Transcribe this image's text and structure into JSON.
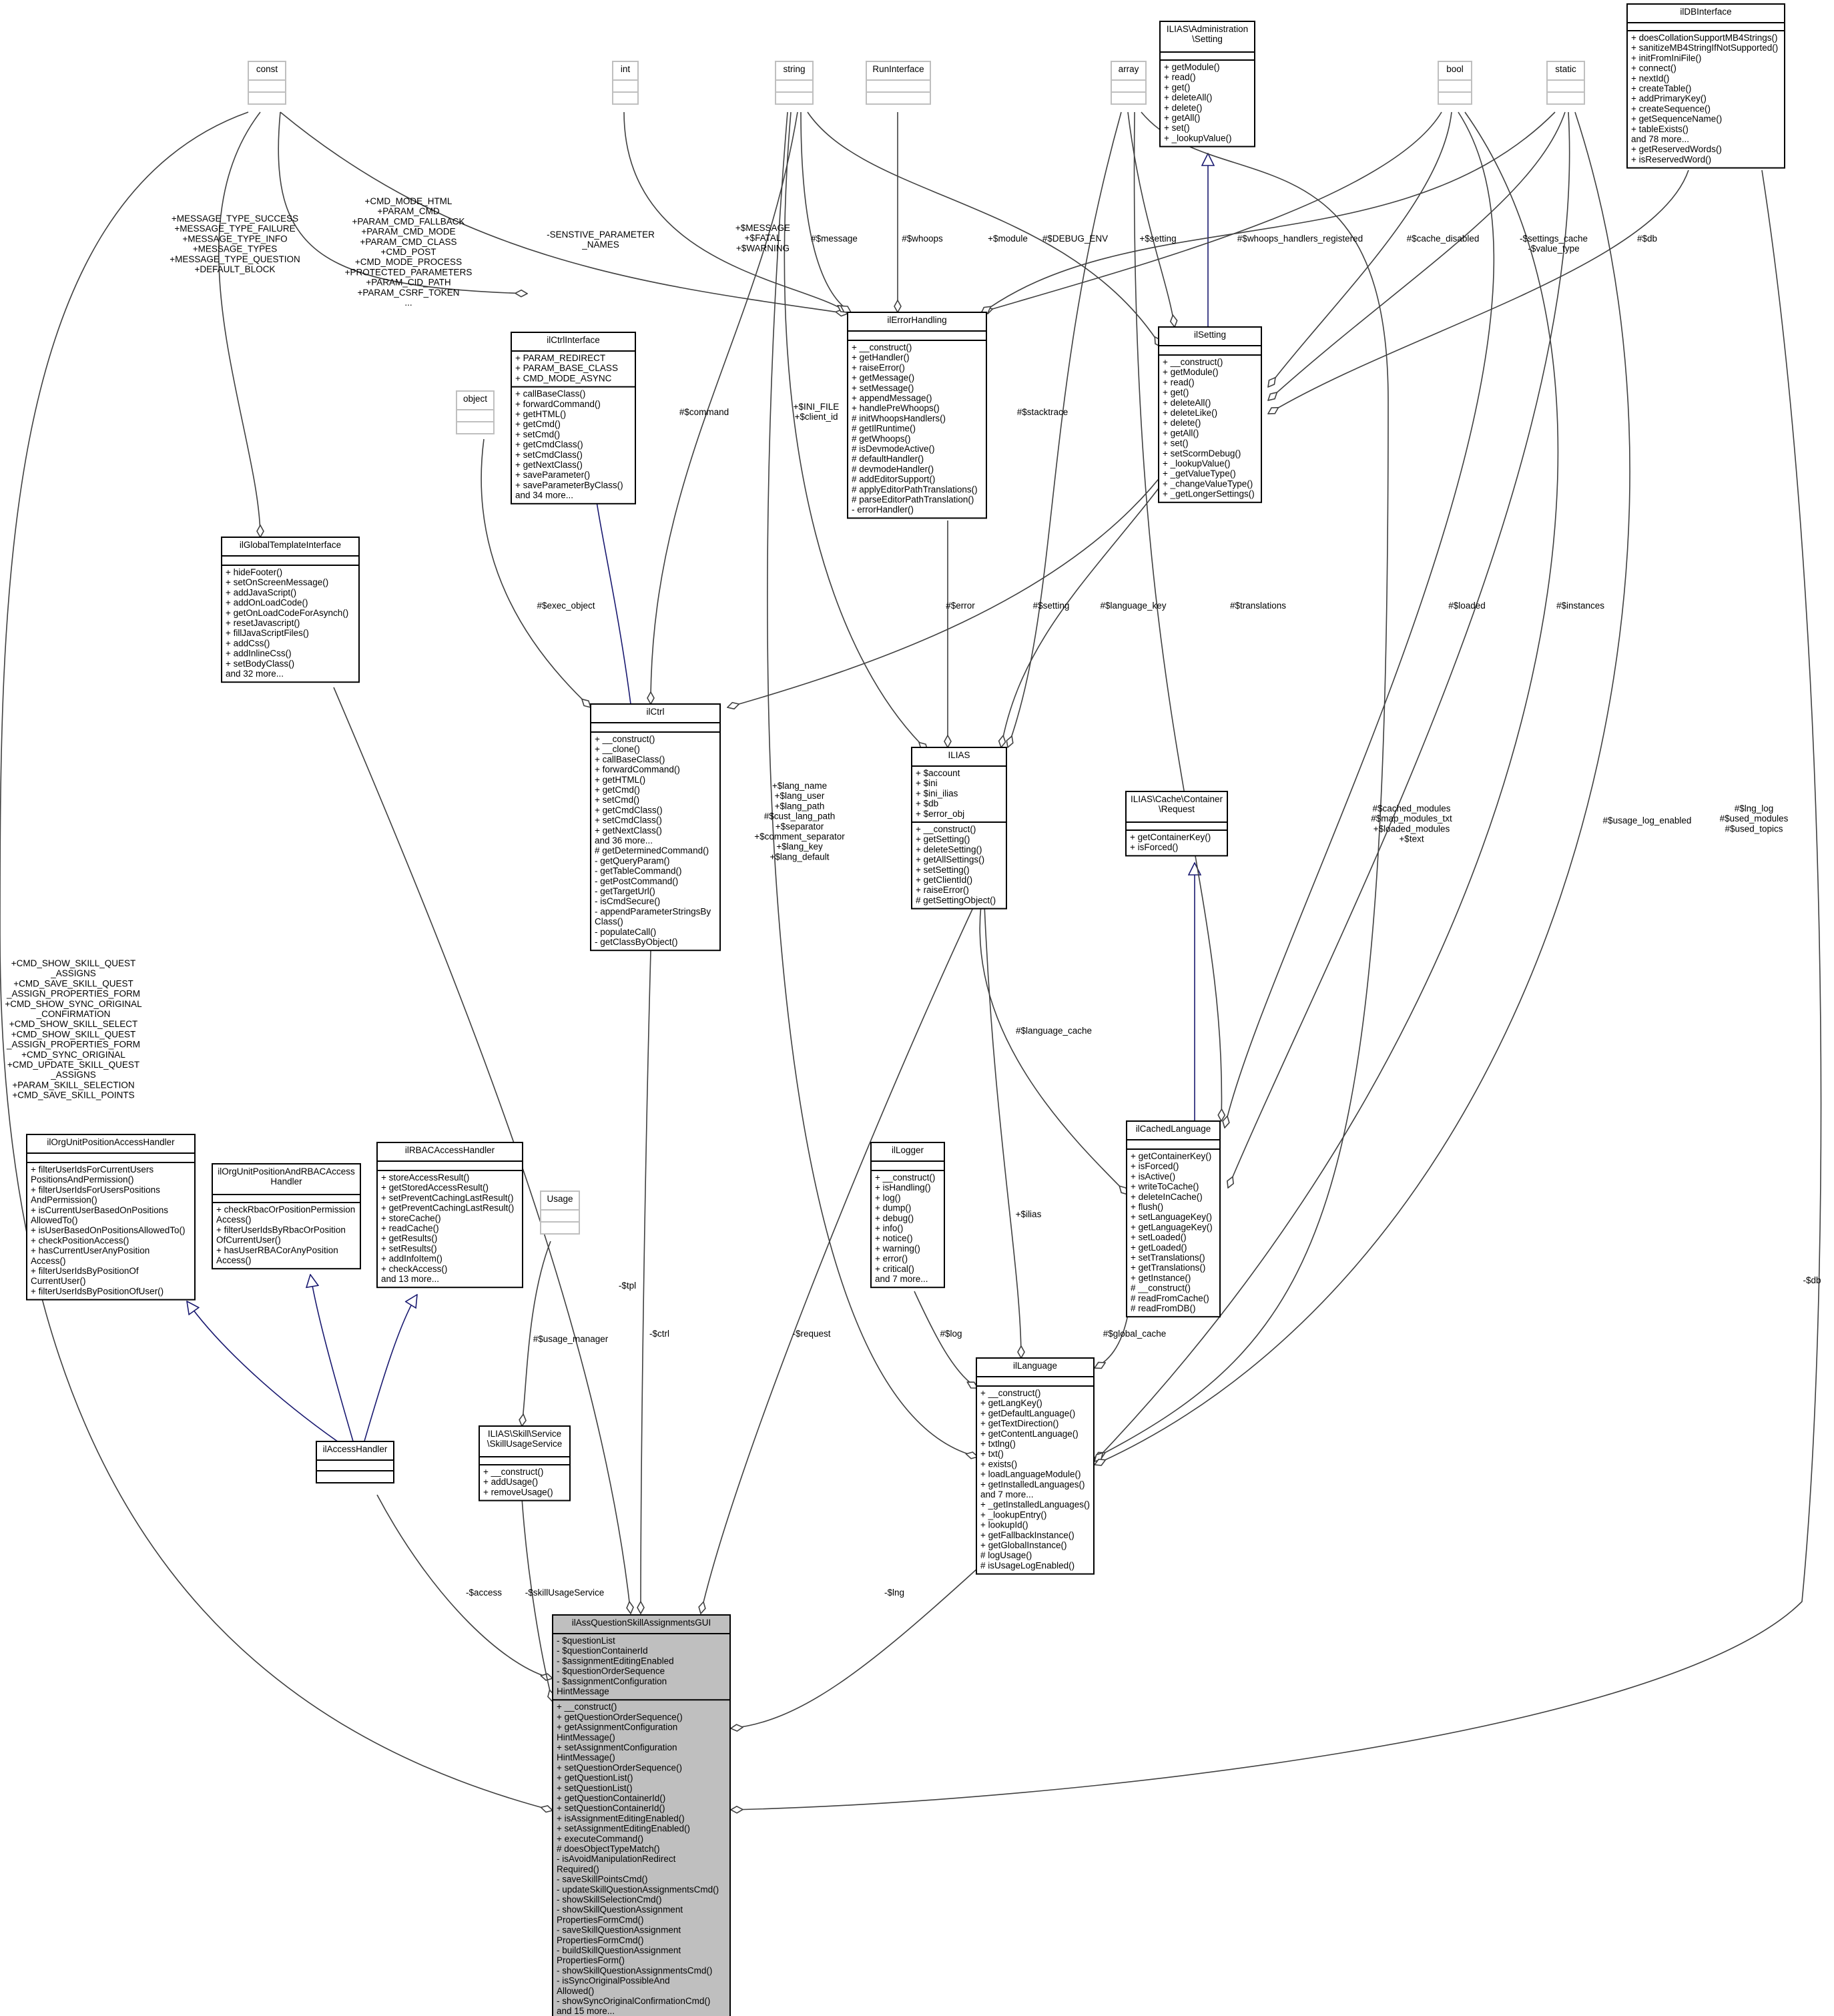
{
  "classes": {
    "ilDBInterface": {
      "title": [
        "ilDBInterface"
      ],
      "attributes": [],
      "methods": [
        "+ doesCollationSupportMB4Strings()",
        "+ sanitizeMB4StringIfNotSupported()",
        "+ initFromIniFile()",
        "+ connect()",
        "+ nextId()",
        "+ createTable()",
        "+ addPrimaryKey()",
        "+ createSequence()",
        "+ getSequenceName()",
        "+ tableExists()",
        "and 78 more...",
        "+ getReservedWords()",
        "+ isReservedWord()"
      ]
    },
    "const": {
      "title": [
        "const"
      ],
      "attributes": [],
      "methods": []
    },
    "int": {
      "title": [
        "int"
      ],
      "attributes": [],
      "methods": []
    },
    "string": {
      "title": [
        "string"
      ],
      "attributes": [],
      "methods": []
    },
    "RunInterface": {
      "title": [
        "RunInterface"
      ],
      "attributes": [],
      "methods": []
    },
    "array": {
      "title": [
        "array"
      ],
      "attributes": [],
      "methods": []
    },
    "AdminSetting": {
      "title": [
        "ILIAS\\Administration",
        "\\Setting"
      ],
      "attributes": [],
      "methods": [
        "+ getModule()",
        "+ read()",
        "+ get()",
        "+ deleteAll()",
        "+ delete()",
        "+ getAll()",
        "+ set()",
        "+ _lookupValue()"
      ]
    },
    "bool": {
      "title": [
        "bool"
      ],
      "attributes": [],
      "methods": []
    },
    "static": {
      "title": [
        "static"
      ],
      "attributes": [],
      "methods": []
    },
    "object": {
      "title": [
        "object"
      ],
      "attributes": [],
      "methods": []
    },
    "ilCtrlInterface": {
      "title": [
        "ilCtrlInterface"
      ],
      "attributes": [
        "+ PARAM_REDIRECT",
        "+ PARAM_BASE_CLASS",
        "+ CMD_MODE_ASYNC"
      ],
      "methods": [
        "+ callBaseClass()",
        "+ forwardCommand()",
        "+ getHTML()",
        "+ getCmd()",
        "+ setCmd()",
        "+ getCmdClass()",
        "+ setCmdClass()",
        "+ getNextClass()",
        "+ saveParameter()",
        "+ saveParameterByClass()",
        "and 34 more..."
      ]
    },
    "ilErrorHandling": {
      "title": [
        "ilErrorHandling"
      ],
      "attributes": [],
      "methods": [
        "+ __construct()",
        "+ getHandler()",
        "+ raiseError()",
        "+ getMessage()",
        "+ setMessage()",
        "+ appendMessage()",
        "+ handlePreWhoops()",
        "# initWhoopsHandlers()",
        "# getIlRuntime()",
        "# getWhoops()",
        "# isDevmodeActive()",
        "# defaultHandler()",
        "# devmodeHandler()",
        "# addEditorSupport()",
        "# applyEditorPathTranslations()",
        "# parseEditorPathTranslation()",
        "- errorHandler()"
      ]
    },
    "ilSetting": {
      "title": [
        "ilSetting"
      ],
      "attributes": [],
      "methods": [
        "+ __construct()",
        "+ getModule()",
        "+ read()",
        "+ get()",
        "+ deleteAll()",
        "+ deleteLike()",
        "+ delete()",
        "+ getAll()",
        "+ set()",
        "+ setScormDebug()",
        "+ _lookupValue()",
        "+ _getValueType()",
        "+ _changeValueType()",
        "+ _getLongerSettings()"
      ]
    },
    "ilGlobalTemplateInterface": {
      "title": [
        "ilGlobalTemplateInterface"
      ],
      "attributes": [],
      "methods": [
        "+ hideFooter()",
        "+ setOnScreenMessage()",
        "+ addJavaScript()",
        "+ addOnLoadCode()",
        "+ getOnLoadCodeForAsynch()",
        "+ resetJavascript()",
        "+ fillJavaScriptFiles()",
        "+ addCss()",
        "+ addInlineCss()",
        "+ setBodyClass()",
        "and 32 more..."
      ]
    },
    "ilCtrl": {
      "title": [
        "ilCtrl"
      ],
      "attributes": [],
      "methods": [
        "+ __construct()",
        "+ __clone()",
        "+ callBaseClass()",
        "+ forwardCommand()",
        "+ getHTML()",
        "+ getCmd()",
        "+ setCmd()",
        "+ getCmdClass()",
        "+ setCmdClass()",
        "+ getNextClass()",
        "and 36 more...",
        "# getDeterminedCommand()",
        "- getQueryParam()",
        "- getTableCommand()",
        "- getPostCommand()",
        "- getTargetUrl()",
        "- isCmdSecure()",
        "- appendParameterStringsBy",
        "Class()",
        "- populateCall()",
        "- getClassByObject()"
      ]
    },
    "ILIAS": {
      "title": [
        "ILIAS"
      ],
      "attributes": [
        "+ $account",
        "+ $ini",
        "+ $ini_ilias",
        "+ $db",
        "+ $error_obj"
      ],
      "methods": [
        "+ __construct()",
        "+ getSetting()",
        "+ deleteSetting()",
        "+ getAllSettings()",
        "+ setSetting()",
        "+ getClientId()",
        "+ raiseError()",
        "# getSettingObject()"
      ]
    },
    "CacheRequest": {
      "title": [
        "ILIAS\\Cache\\Container",
        "\\Request"
      ],
      "attributes": [],
      "methods": [
        "+ getContainerKey()",
        "+ isForced()"
      ]
    },
    "ilOrgUnitPositionAccessHandler": {
      "title": [
        "ilOrgUnitPositionAccessHandler"
      ],
      "attributes": [],
      "methods": [
        "+ filterUserIdsForCurrentUsers",
        "PositionsAndPermission()",
        "+ filterUserIdsForUsersPositions",
        "AndPermission()",
        "+ isCurrentUserBasedOnPositions",
        "AllowedTo()",
        "+ isUserBasedOnPositionsAllowedTo()",
        "+ checkPositionAccess()",
        "+ hasCurrentUserAnyPosition",
        "Access()",
        "+ filterUserIdsByPositionOf",
        "CurrentUser()",
        "+ filterUserIdsByPositionOfUser()"
      ]
    },
    "ilOrgUnitPositionAndRBACAccessHandler": {
      "title": [
        "ilOrgUnitPositionAndRBACAccess",
        "Handler"
      ],
      "attributes": [],
      "methods": [
        "+ checkRbacOrPositionPermission",
        "Access()",
        "+ filterUserIdsByRbacOrPosition",
        "OfCurrentUser()",
        "+ hasUserRBACorAnyPosition",
        "Access()"
      ]
    },
    "ilRBACAccessHandler": {
      "title": [
        "ilRBACAccessHandler"
      ],
      "attributes": [],
      "methods": [
        "+ storeAccessResult()",
        "+ getStoredAccessResult()",
        "+ setPreventCachingLastResult()",
        "+ getPreventCachingLastResult()",
        "+ storeCache()",
        "+ readCache()",
        "+ getResults()",
        "+ setResults()",
        "+ addInfoItem()",
        "+ checkAccess()",
        "and 13 more..."
      ]
    },
    "Usage": {
      "title": [
        "Usage"
      ],
      "attributes": [],
      "methods": []
    },
    "ilLogger": {
      "title": [
        "ilLogger"
      ],
      "attributes": [],
      "methods": [
        "+ __construct()",
        "+ isHandling()",
        "+ log()",
        "+ dump()",
        "+ debug()",
        "+ info()",
        "+ notice()",
        "+ warning()",
        "+ error()",
        "+ critical()",
        "and 7 more..."
      ]
    },
    "ilCachedLanguage": {
      "title": [
        "ilCachedLanguage"
      ],
      "attributes": [],
      "methods": [
        "+ getContainerKey()",
        "+ isForced()",
        "+ isActive()",
        "+ writeToCache()",
        "+ deleteInCache()",
        "+ flush()",
        "+ setLanguageKey()",
        "+ getLanguageKey()",
        "+ setLoaded()",
        "+ getLoaded()",
        "+ setTranslations()",
        "+ getTranslations()",
        "+ getInstance()",
        "# __construct()",
        "# readFromCache()",
        "# readFromDB()"
      ]
    },
    "ilAccessHandler": {
      "title": [
        "ilAccessHandler"
      ],
      "attributes": [],
      "methods": []
    },
    "SkillUsageService": {
      "title": [
        "ILIAS\\Skill\\Service",
        "\\SkillUsageService"
      ],
      "attributes": [],
      "methods": [
        "+ __construct()",
        "+ addUsage()",
        "+ removeUsage()"
      ]
    },
    "ilLanguage": {
      "title": [
        "ilLanguage"
      ],
      "attributes": [],
      "methods": [
        "+ __construct()",
        "+ getLangKey()",
        "+ getDefaultLanguage()",
        "+ getTextDirection()",
        "+ getContentLanguage()",
        "+ txtlng()",
        "+ txt()",
        "+ exists()",
        "+ loadLanguageModule()",
        "+ getInstalledLanguages()",
        "and 7 more...",
        "+ _getInstalledLanguages()",
        "+ _lookupEntry()",
        "+ lookupId()",
        "+ getFallbackInstance()",
        "+ getGlobalInstance()",
        "# logUsage()",
        "# isUsageLogEnabled()"
      ]
    },
    "ilAssQuestionSkillAssignmentsGUI": {
      "title": [
        "ilAssQuestionSkillAssignmentsGUI"
      ],
      "attributes": [
        "- $questionList",
        "- $questionContainerId",
        "- $assignmentEditingEnabled",
        "- $questionOrderSequence",
        "- $assignmentConfiguration",
        "HintMessage"
      ],
      "methods": [
        "+ __construct()",
        "+ getQuestionOrderSequence()",
        "+ getAssignmentConfiguration",
        "HintMessage()",
        "+ setAssignmentConfiguration",
        "HintMessage()",
        "+ setQuestionOrderSequence()",
        "+ getQuestionList()",
        "+ setQuestionList()",
        "+ getQuestionContainerId()",
        "+ setQuestionContainerId()",
        "+ isAssignmentEditingEnabled()",
        "+ setAssignmentEditingEnabled()",
        "+ executeCommand()",
        "# doesObjectTypeMatch()",
        "- isAvoidManipulationRedirect",
        "Required()",
        "- saveSkillPointsCmd()",
        "- updateSkillQuestionAssignmentsCmd()",
        "- showSkillSelectionCmd()",
        "- showSkillQuestionAssignment",
        "PropertiesFormCmd()",
        "- saveSkillQuestionAssignment",
        "PropertiesFormCmd()",
        "- buildSkillQuestionAssignment",
        "PropertiesForm()",
        "- showSkillQuestionAssignmentsCmd()",
        "- isSyncOriginalPossibleAnd",
        "Allowed()",
        "- showSyncOriginalConfirmationCmd()",
        "and 15 more..."
      ]
    }
  },
  "edge_labels": {
    "const_ctrlif": [
      "+CMD_MODE_HTML",
      "+PARAM_CMD",
      "+PARAM_CMD_FALLBACK",
      "+PARAM_CMD_MODE",
      "+PARAM_CMD_CLASS",
      "+CMD_POST",
      "+CMD_MODE_PROCESS",
      "+PROTECTED_PARAMETERS",
      "+PARAM_CID_PATH",
      "+PARAM_CSRF_TOKEN",
      "..."
    ],
    "const_gti": [
      "+MESSAGE_TYPE_SUCCESS",
      "+MESSAGE_TYPE_FAILURE",
      "+MESSAGE_TYPE_INFO",
      "+MESSAGE_TYPES",
      "+MESSAGE_TYPE_QUESTION",
      "+DEFAULT_BLOCK"
    ],
    "sensitive": [
      "-SENSTIVE_PARAMETER",
      "_NAMES"
    ],
    "string_ctrl_msg": [
      "+$MESSAGE",
      "+$FATAL",
      "+$WARNING"
    ],
    "message": [
      "#$message"
    ],
    "whoops": [
      "#$whoops"
    ],
    "module": [
      "+$module"
    ],
    "debug_env": [
      "#$DEBUG_ENV"
    ],
    "setting": [
      "+$setting"
    ],
    "whoops_handlers": [
      "#$whoops_handlers_registered"
    ],
    "cache_disabled": [
      "#$cache_disabled"
    ],
    "settings_cache": [
      "-$settings_cache",
      "-$value_type"
    ],
    "db_setting": [
      "#$db"
    ],
    "command": [
      "#$command"
    ],
    "ini_file": [
      "+$INI_FILE",
      "+$client_id"
    ],
    "stacktrace": [
      "#$stacktrace"
    ],
    "exec_object": [
      "#$exec_object"
    ],
    "error": [
      "#$error"
    ],
    "setting_ilias": [
      "#$setting"
    ],
    "language_key": [
      "#$language_key"
    ],
    "translations": [
      "#$translations"
    ],
    "loaded": [
      "#$loaded"
    ],
    "instances": [
      "#$instances"
    ],
    "lang_strings": [
      "+$lang_name",
      "+$lang_user",
      "+$lang_path",
      "#$cust_lang_path",
      "+$separator",
      "+$comment_separator",
      "+$lang_key",
      "+$lang_default"
    ],
    "cached_modules": [
      "#$cached_modules",
      "#$map_modules_txt",
      "+$loaded_modules",
      "+$text"
    ],
    "usage_log_enabled": [
      "#$usage_log_enabled"
    ],
    "lng_log": [
      "#$lng_log",
      "#$used_modules",
      "#$used_topics"
    ],
    "db_gui": [
      "-$db"
    ],
    "gui_consts": [
      "+CMD_SHOW_SKILL_QUEST",
      "_ASSIGNS",
      "+CMD_SAVE_SKILL_QUEST",
      "_ASSIGN_PROPERTIES_FORM",
      "+CMD_SHOW_SYNC_ORIGINAL",
      "_CONFIRMATION",
      "+CMD_SHOW_SKILL_SELECT",
      "+CMD_SHOW_SKILL_QUEST",
      "_ASSIGN_PROPERTIES_FORM",
      "+CMD_SYNC_ORIGINAL",
      "+CMD_UPDATE_SKILL_QUEST",
      "_ASSIGNS",
      "+PARAM_SKILL_SELECTION",
      "+CMD_SAVE_SKILL_POINTS"
    ],
    "language_cache": [
      "#$language_cache"
    ],
    "ilias_var": [
      "+$ilias"
    ],
    "tpl": [
      "-$tpl"
    ],
    "ctrl": [
      "-$ctrl"
    ],
    "request": [
      "-$request"
    ],
    "usage_manager": [
      "#$usage_manager"
    ],
    "log": [
      "#$log"
    ],
    "global_cache": [
      "#$global_cache"
    ],
    "access": [
      "-$access"
    ],
    "skillUsageService": [
      "-$skillUsageService"
    ],
    "lng": [
      "-$lng"
    ]
  }
}
